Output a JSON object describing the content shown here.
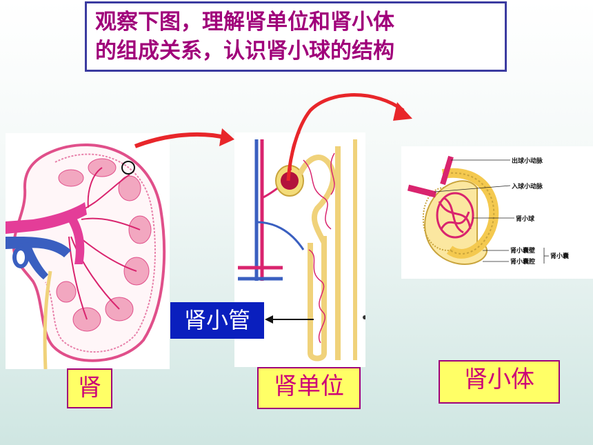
{
  "title": {
    "line1": "观察下图，理解肾单位和肾小体",
    "line2": "的组成关系，认识肾小球的结构"
  },
  "labels": {
    "kidney": "肾",
    "nephron": "肾单位",
    "corpuscle": "肾小体",
    "tubule": "肾小管"
  },
  "corpuscle_parts": {
    "efferent": "出球小动脉",
    "afferent": "入球小动脉",
    "glomerulus": "肾小球",
    "capsule_wall": "肾小囊壁",
    "capsule_cavity": "肾小囊腔",
    "capsule": "肾小囊"
  },
  "colors": {
    "title_text": "#a0007a",
    "title_border": "#3b3ba0",
    "label_bg": "#ffff66",
    "label_text": "#cc0077",
    "tubule_bg": "#0a1fbe",
    "arrow": "#e8262a",
    "artery": "#d9246e",
    "vein": "#3a5fc0"
  }
}
